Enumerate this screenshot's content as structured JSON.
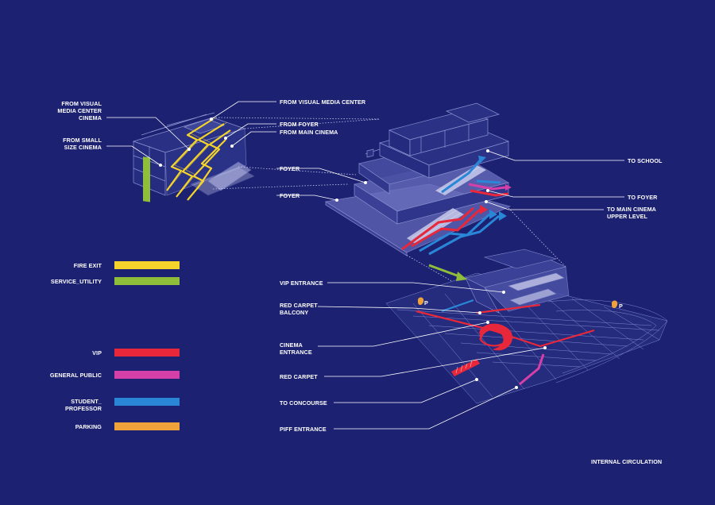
{
  "callouts": {
    "from_visual_media_center_cinema": "FROM VISUAL\nMEDIA CENTER\nCINEMA",
    "from_small_size_cinema": "FROM SMALL\nSIZE CINEMA",
    "from_visual_media_center": "FROM VISUAL MEDIA CENTER",
    "from_foyer": "FROM FOYER",
    "from_main_cinema": "FROM MAIN CINEMA",
    "foyer_upper": "FOYER",
    "foyer_lower": "FOYER",
    "to_school": "TO SCHOOL",
    "to_foyer": "TO FOYER",
    "to_main_cinema_upper_level": "TO MAIN CINEMA\nUPPER LEVEL",
    "vip_entrance": "VIP ENTRANCE",
    "red_carpet_balcony": "RED CARPET\nBALCONY",
    "cinema_entrance": "CINEMA\nENTRANCE",
    "red_carpet": "RED CARPET",
    "to_concourse": "TO CONCOURSE",
    "piff_entrance": "PIFF ENTRANCE",
    "parking_marker": "P"
  },
  "legend": [
    {
      "label": "FIRE EXIT",
      "color": "#f4d32b"
    },
    {
      "label": "SERVICE_UTILITY",
      "color": "#8fbf3a"
    },
    {
      "label": "VIP",
      "color": "#e8283a"
    },
    {
      "label": "GENERAL PUBLIC",
      "color": "#d63fa8"
    },
    {
      "label": "STUDENT_\nPROFESSOR",
      "color": "#2a87d8"
    },
    {
      "label": "PARKING",
      "color": "#f0a23a"
    }
  ],
  "caption": "INTERNAL CIRCULATION",
  "colors": {
    "background": "#1c2172",
    "linework": "#8a90d0",
    "fire_exit": "#f4d32b",
    "service_utility": "#8fbf3a",
    "vip": "#e8283a",
    "general_public": "#d63fa8",
    "student_professor": "#2a87d8",
    "parking": "#f0a23a"
  }
}
